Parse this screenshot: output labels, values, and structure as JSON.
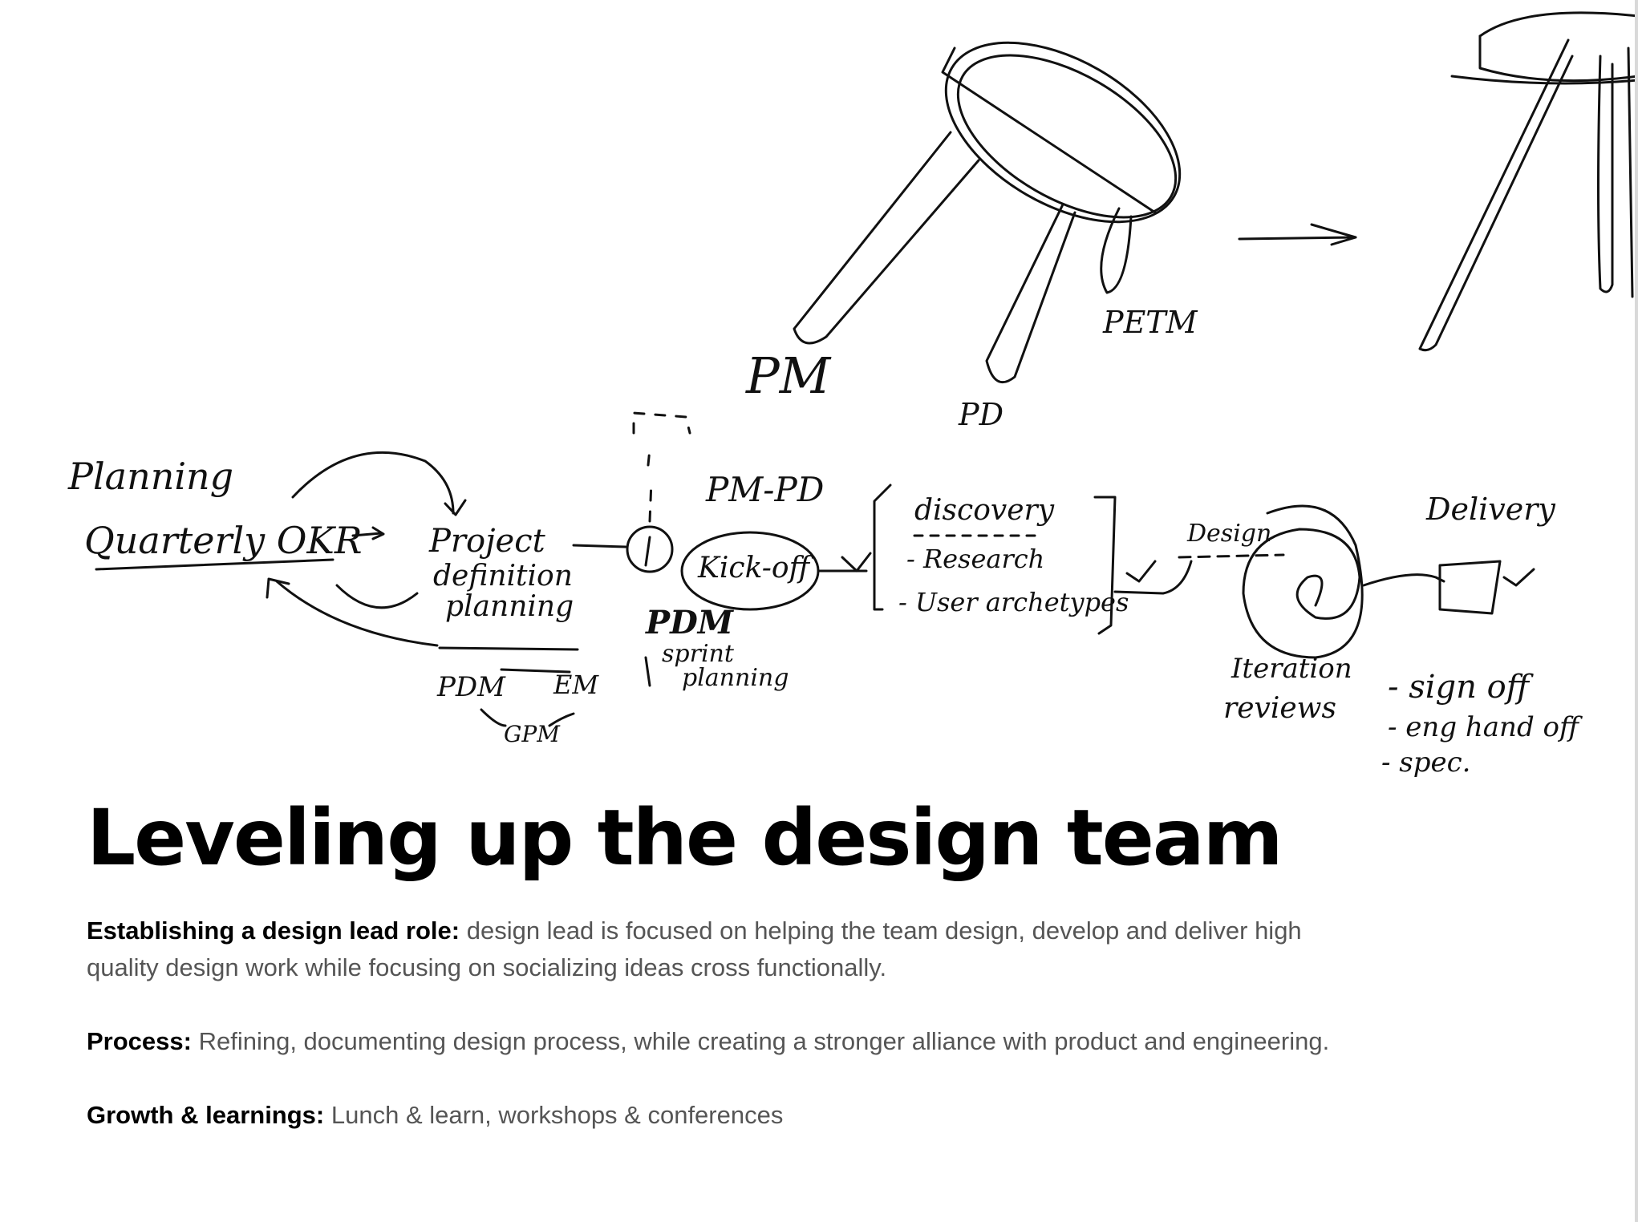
{
  "sketch": {
    "labels": {
      "pm_stool": "PM",
      "pd_stool": "PD",
      "petm_stool": "PETM",
      "planning": "Planning",
      "quarterly_okr": "Quarterly OKR",
      "project_def_1": "Project",
      "project_def_2": "definition",
      "project_def_3": "planning",
      "pdm_em_1": "PDM",
      "pdm_em_2": "EM",
      "gpm": "GPM",
      "pm_pd": "PM-PD",
      "kickoff": "Kick-off",
      "pdm_2": "PDM",
      "sprint_1": "sprint",
      "sprint_2": "planning",
      "discovery": "discovery",
      "research": "- Research",
      "user_archetypes": "- User archetypes",
      "design": "Design",
      "iteration_1": "Iteration",
      "iteration_2": "reviews",
      "delivery": "Delivery",
      "sign_off": "- sign off",
      "eng_handoff": "- eng hand off",
      "spec": "- spec."
    }
  },
  "page": {
    "title": "Leveling up the design team",
    "paragraphs": [
      {
        "lead": "Establishing a design lead role:",
        "text": " design lead is focused on helping the team design, develop and deliver high quality design work while focusing on socializing ideas cross functionally."
      },
      {
        "lead": "Process:",
        "text": " Refining, documenting design process, while creating a stronger alliance with product and engineering."
      },
      {
        "lead": "Growth & learnings:",
        "text": " Lunch & learn, workshops & conferences"
      }
    ]
  }
}
